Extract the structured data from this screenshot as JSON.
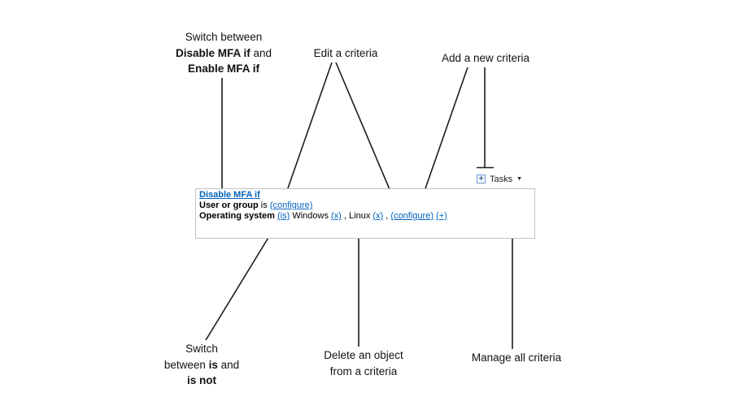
{
  "annotations": {
    "switch_mfa": {
      "line1": "Switch between",
      "line2_bold": "Disable MFA if",
      "line2_rest": " and",
      "line3_bold": "Enable MFA if"
    },
    "edit_criteria": "Edit a criteria",
    "add_criteria": "Add a new criteria",
    "switch_is": {
      "line1": "Switch",
      "line2_pre": "between ",
      "line2_bold": "is",
      "line2_rest": " and",
      "line3_bold": "is not"
    },
    "delete_object": {
      "line1": "Delete an object",
      "line2": "from a criteria"
    },
    "manage_all": "Manage all criteria"
  },
  "panel": {
    "tasks": {
      "plus": "+",
      "label": "Tasks",
      "caret": "▼"
    },
    "row1": {
      "link": "Disable MFA if"
    },
    "row2": {
      "label": "User or group",
      "verb": "is",
      "configure": "(configure)"
    },
    "row3": {
      "label": "Operating system",
      "is_link": "(is)",
      "value1": "Windows",
      "x1": "(x)",
      "comma1": ",",
      "value2": "Linux",
      "x2": "(x)",
      "comma2": ",",
      "configure": "(configure)",
      "plus": "(+)"
    }
  },
  "colors": {
    "link": "#0563c1",
    "line": "#1c1c1c",
    "panel_border": "#c2c2c2"
  }
}
